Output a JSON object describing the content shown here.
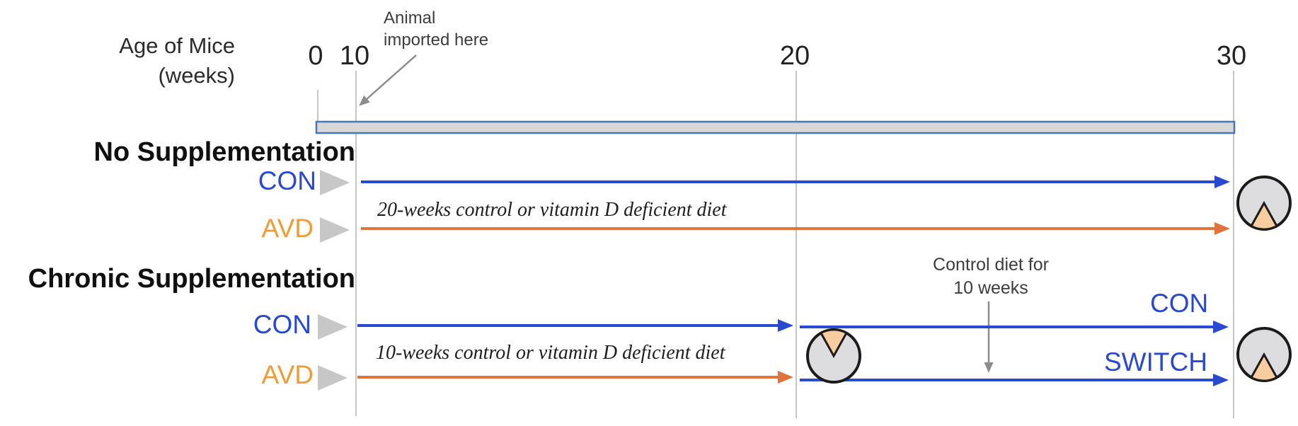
{
  "axis": {
    "label_line1": "Age of Mice",
    "label_line2": "(weeks)",
    "ticks": [
      "0",
      "10",
      "20",
      "30"
    ]
  },
  "annotations": {
    "import_line1": "Animal",
    "import_line2": "imported here",
    "control_diet_line1": "Control diet for",
    "control_diet_line2": "10 weeks"
  },
  "sections": {
    "no_supplementation": {
      "title": "No Supplementation",
      "groups": [
        {
          "label": "CON"
        },
        {
          "label": "AVD"
        }
      ],
      "diet_note": "20-weeks control or vitamin D deficient diet"
    },
    "chronic_supplementation": {
      "title": "Chronic Supplementation",
      "groups": [
        {
          "label": "CON"
        },
        {
          "label": "AVD"
        }
      ],
      "diet_note": "10-weeks control or vitamin D deficient diet",
      "outcome_labels": {
        "con": "CON",
        "switch": "SWITCH"
      }
    }
  },
  "timeline_rows": [
    {
      "section": "No Supplementation",
      "group": "CON",
      "from_week": 10,
      "to_week": 30,
      "line_color": "blue"
    },
    {
      "section": "No Supplementation",
      "group": "AVD",
      "from_week": 10,
      "to_week": 30,
      "line_color": "orange"
    },
    {
      "section": "Chronic Supplementation",
      "group": "CON",
      "from_week": 10,
      "to_week": 20,
      "line_color": "blue",
      "continues_as": "CON",
      "continue_from_week": 20,
      "continue_to_week": 30
    },
    {
      "section": "Chronic Supplementation",
      "group": "AVD",
      "from_week": 10,
      "to_week": 20,
      "line_color": "orange",
      "continues_as": "SWITCH",
      "continue_from_week": 20,
      "continue_to_week": 30
    }
  ],
  "colors": {
    "con_blue": "#2a49d3",
    "avd_orange_label": "#f09c34",
    "orange_line": "#e0743c",
    "triangle_gray": "#c7c7c7",
    "bar_fill": "#d8d8d8",
    "bar_border": "#4a74b8",
    "gridline_gray": "#c6c6c6",
    "annotation_arrow_gray": "#8c8c8c",
    "circle_fill": "#dddddf",
    "circle_outline": "#1b1b1b",
    "wedge_peach": "#f7cda0"
  }
}
